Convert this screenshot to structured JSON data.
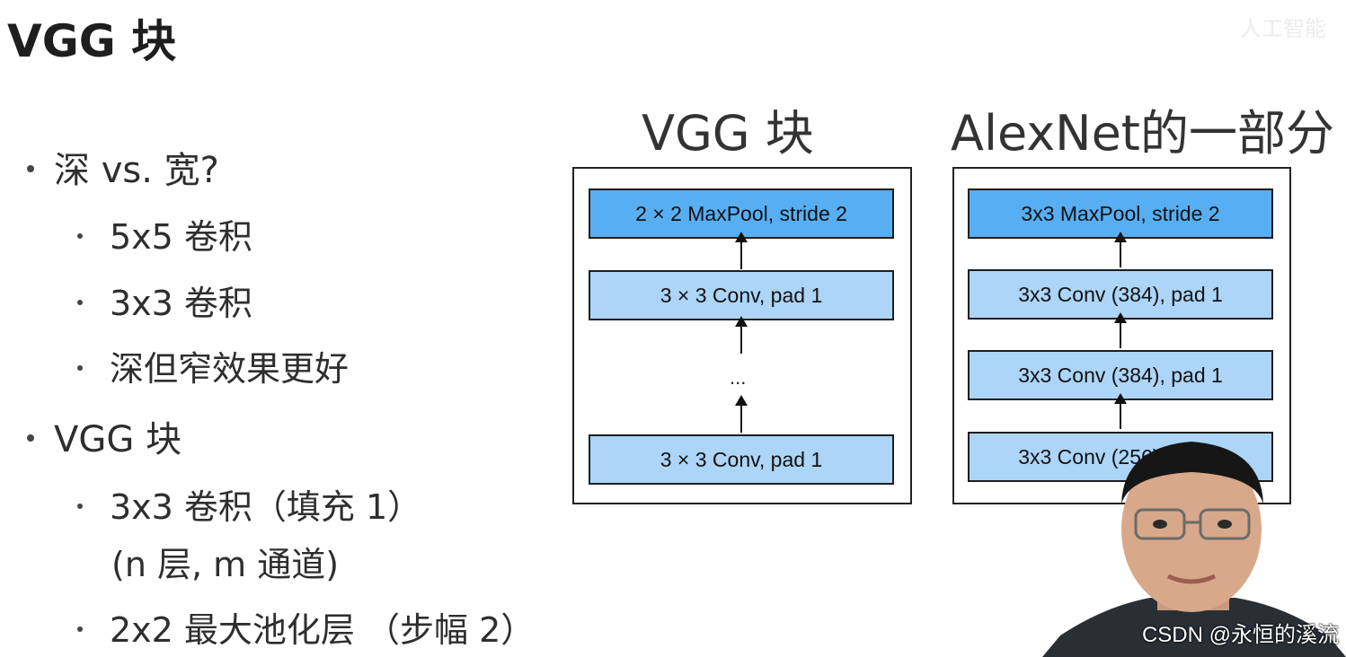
{
  "slide_title": "VGG 块",
  "top_watermark": "人工智能",
  "bullets": {
    "b1": "深 vs. 宽?",
    "b1_1": "5x5 卷积",
    "b1_2": "3x3 卷积",
    "b1_3": "深但窄效果更好",
    "b2": "VGG 块",
    "b2_1_line1": "3x3 卷积（填充 1）",
    "b2_1_line2": "(n 层, m 通道)",
    "b2_2": "2x2 最大池化层 （步幅 2）"
  },
  "vgg": {
    "title": "VGG 块",
    "layers": {
      "pool": "2 × 2 MaxPool, stride 2",
      "conv_top": "3 × 3 Conv, pad 1",
      "ellipsis": "...",
      "conv_bottom": "3 × 3 Conv, pad 1"
    }
  },
  "alexnet": {
    "title": "AlexNet的一部分",
    "layers": {
      "pool": "3x3 MaxPool, stride 2",
      "conv1": "3x3 Conv (384), pad 1",
      "conv2": "3x3 Conv (384), pad 1",
      "conv3": "3x3 Conv (256), pad 1"
    }
  },
  "colors": {
    "pool_fill": "#58aef2",
    "conv_fill": "#acd5f7"
  },
  "watermark": "CSDN @永恒的溪流"
}
